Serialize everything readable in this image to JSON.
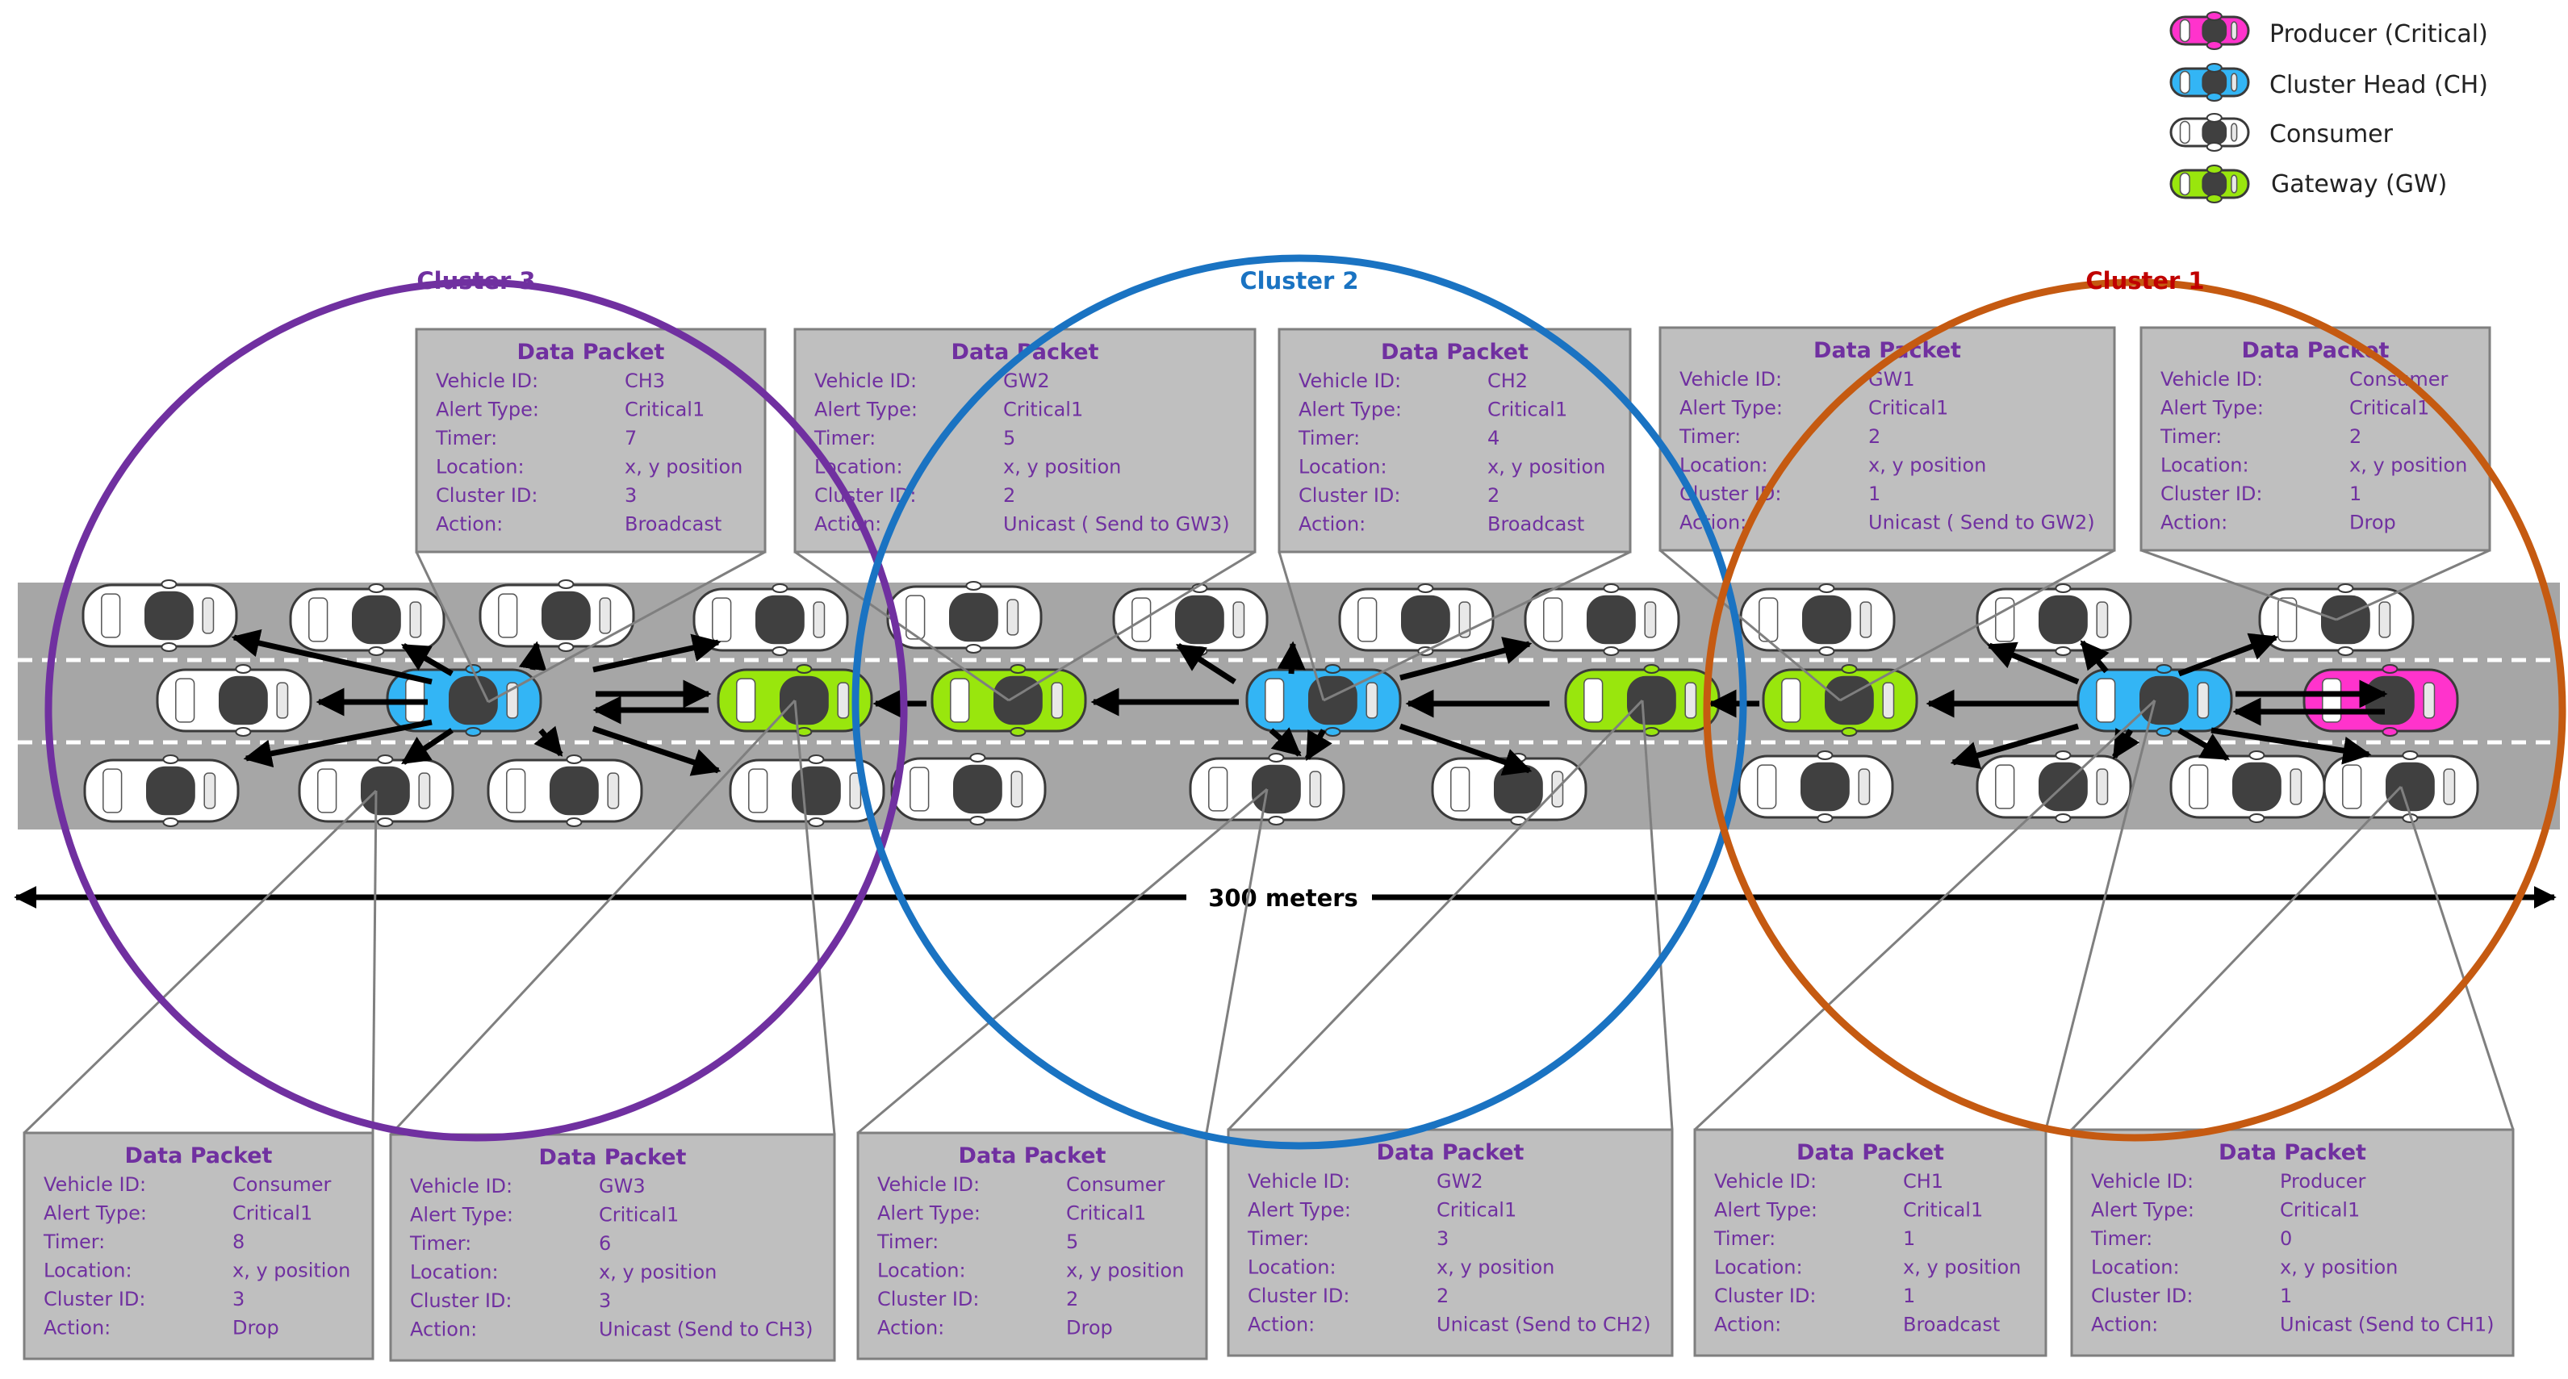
{
  "legend": [
    {
      "id": "producer",
      "label": "Producer (Critical)",
      "color": "#ff33cc"
    },
    {
      "id": "cluster-head",
      "label": "Cluster Head (CH)",
      "color": "#33b5f5"
    },
    {
      "id": "consumer",
      "label": "Consumer",
      "color": "#ffffff"
    },
    {
      "id": "gateway",
      "label": "Gateway (GW)",
      "color": "#99e60d"
    }
  ],
  "clusters": [
    {
      "id": "cluster-3",
      "label": "Cluster 3",
      "color": "#7030a0"
    },
    {
      "id": "cluster-2",
      "label": "Cluster 2",
      "color": "#1a73c2"
    },
    {
      "id": "cluster-1",
      "label": "Cluster 1",
      "color": "#c55a11"
    }
  ],
  "distance_label": "300 meters",
  "field_labels": [
    "Vehicle ID:",
    "Alert Type:",
    "Timer:",
    "Location:",
    "Cluster ID:",
    "Action:"
  ],
  "packets": [
    {
      "id": "top-ch3",
      "title": "Data Packet",
      "vehicle_id": "CH3",
      "alert_type": "Critical1",
      "timer": "7",
      "location": "x, y position",
      "cluster_id": "3",
      "action": "Broadcast"
    },
    {
      "id": "top-gw2a",
      "title": "Data Packet",
      "vehicle_id": "GW2",
      "alert_type": "Critical1",
      "timer": "5",
      "location": "x, y position",
      "cluster_id": "2",
      "action": "Unicast ( Send to GW3)"
    },
    {
      "id": "top-ch2",
      "title": "Data Packet",
      "vehicle_id": "CH2",
      "alert_type": "Critical1",
      "timer": "4",
      "location": "x, y position",
      "cluster_id": "2",
      "action": "Broadcast"
    },
    {
      "id": "top-gw1",
      "title": "Data Packet",
      "vehicle_id": "GW1",
      "alert_type": "Critical1",
      "timer": "2",
      "location": "x, y position",
      "cluster_id": "1",
      "action": "Unicast ( Send to GW2)"
    },
    {
      "id": "top-consumer1",
      "title": "Data Packet",
      "vehicle_id": "Consumer",
      "alert_type": "Critical1",
      "timer": "2",
      "location": "x, y position",
      "cluster_id": "1",
      "action": "Drop"
    },
    {
      "id": "bottom-consumer3",
      "title": "Data Packet",
      "vehicle_id": "Consumer",
      "alert_type": "Critical1",
      "timer": "8",
      "location": "x, y position",
      "cluster_id": "3",
      "action": "Drop"
    },
    {
      "id": "bottom-gw3",
      "title": "Data Packet",
      "vehicle_id": "GW3",
      "alert_type": "Critical1",
      "timer": "6",
      "location": "x, y position",
      "cluster_id": "3",
      "action": "Unicast (Send to CH3)"
    },
    {
      "id": "bottom-consumer2",
      "title": "Data Packet",
      "vehicle_id": "Consumer",
      "alert_type": "Critical1",
      "timer": "5",
      "location": "x, y position",
      "cluster_id": "2",
      "action": "Drop"
    },
    {
      "id": "bottom-gw2b",
      "title": "Data Packet",
      "vehicle_id": "GW2",
      "alert_type": "Critical1",
      "timer": "3",
      "location": "x, y position",
      "cluster_id": "2",
      "action": "Unicast (Send to CH2)"
    },
    {
      "id": "bottom-ch1",
      "title": "Data Packet",
      "vehicle_id": "CH1",
      "alert_type": "Critical1",
      "timer": "1",
      "location": "x, y position",
      "cluster_id": "1",
      "action": "Broadcast"
    },
    {
      "id": "bottom-producer",
      "title": "Data Packet",
      "vehicle_id": "Producer",
      "alert_type": "Critical1",
      "timer": "0",
      "location": "x, y position",
      "cluster_id": "1",
      "action": "Unicast (Send to CH1)"
    }
  ],
  "vehicles": [
    {
      "type": "consumer"
    },
    {
      "type": "consumer"
    },
    {
      "type": "consumer"
    },
    {
      "type": "consumer"
    },
    {
      "type": "consumer"
    },
    {
      "type": "cluster-head"
    },
    {
      "type": "gateway"
    },
    {
      "type": "consumer"
    },
    {
      "type": "consumer"
    },
    {
      "type": "consumer"
    },
    {
      "type": "consumer"
    },
    {
      "type": "consumer"
    },
    {
      "type": "consumer"
    },
    {
      "type": "consumer"
    },
    {
      "type": "consumer"
    },
    {
      "type": "gateway"
    },
    {
      "type": "cluster-head"
    },
    {
      "type": "gateway"
    },
    {
      "type": "consumer"
    },
    {
      "type": "consumer"
    },
    {
      "type": "consumer"
    },
    {
      "type": "consumer"
    },
    {
      "type": "consumer"
    },
    {
      "type": "consumer"
    },
    {
      "type": "gateway"
    },
    {
      "type": "cluster-head"
    },
    {
      "type": "producer"
    },
    {
      "type": "consumer"
    },
    {
      "type": "consumer"
    },
    {
      "type": "consumer"
    },
    {
      "type": "consumer"
    }
  ]
}
